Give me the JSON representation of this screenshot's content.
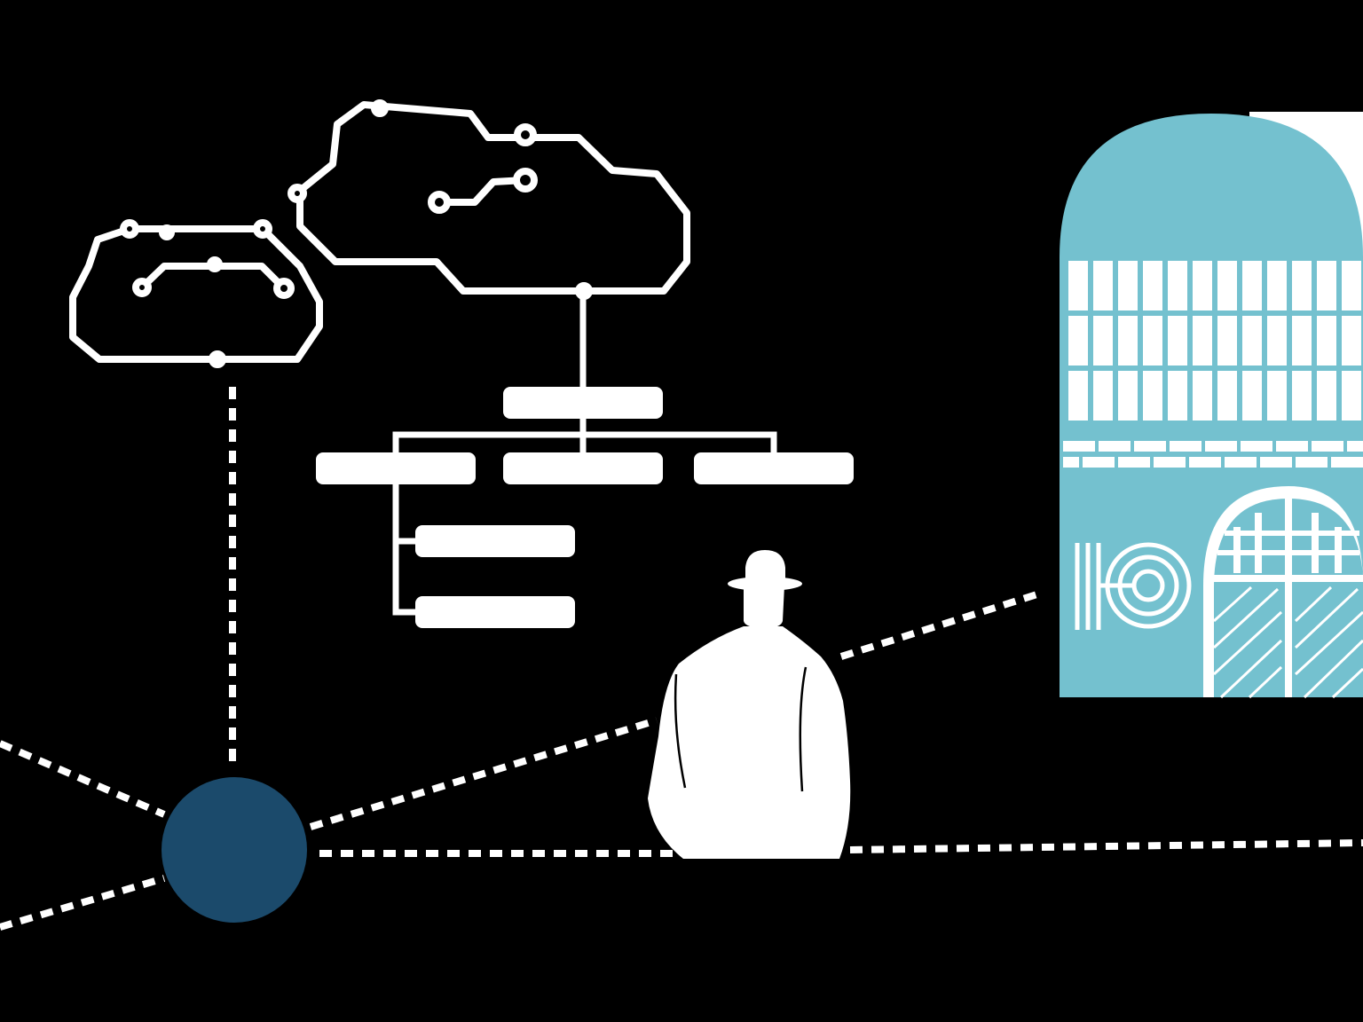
{
  "colors": {
    "background": "#000000",
    "line": "#ffffff",
    "node": "#1b4a6b",
    "building": "#74c1cf",
    "building_detail": "#ffffff",
    "paper": "#ffffff"
  },
  "elements": {
    "left_cloud": "circuit-cloud-icon",
    "right_cloud": "circuit-cloud-icon",
    "org_chart": "org-chart-icon",
    "network_node": "network-node",
    "person": "man-in-bowler-hat",
    "building": "arched-building-facade"
  },
  "org_chart": {
    "levels": 3,
    "top_boxes": 1,
    "second_row_boxes": 3,
    "sub_boxes": 2
  }
}
